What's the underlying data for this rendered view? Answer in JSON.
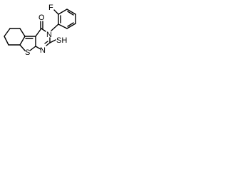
{
  "molecule": {
    "atoms": {
      "oxygen": "O",
      "fluorine": "F",
      "nitrogen_n3": "N",
      "nitrogen_n1": "N",
      "thiol": "SH",
      "thiophene_sulfur": "S"
    },
    "colors": {
      "ink": "#000000",
      "background": "#ffffff"
    }
  }
}
